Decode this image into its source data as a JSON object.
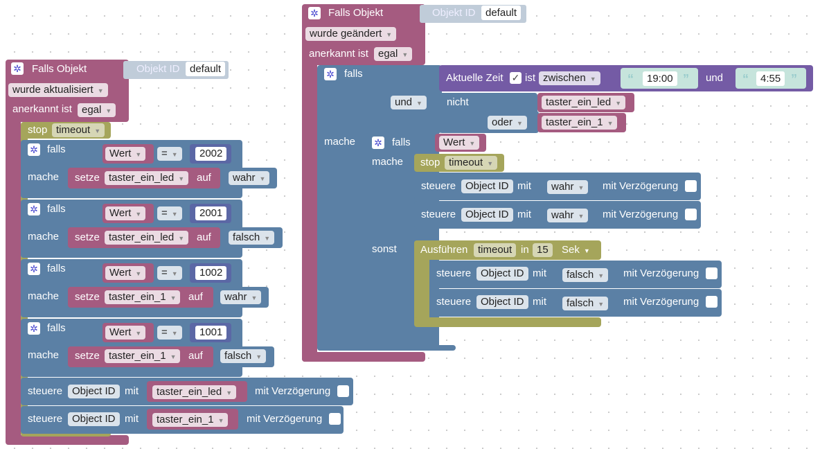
{
  "left": {
    "header": "Falls Objekt",
    "objekt_id_label": "Objekt ID",
    "objekt_id_value": "default",
    "trigger": "wurde aktualisiert",
    "acknowledged_label": "anerkannt ist",
    "acknowledged_value": "egal",
    "stop_label": "stop",
    "stop_value": "timeout",
    "falls_label": "falls",
    "mache_label": "mache",
    "rules": [
      {
        "var": "Wert",
        "op": "=",
        "num": "2002",
        "set_label": "setze",
        "target": "taster_ein_led",
        "auf": "auf",
        "val": "wahr"
      },
      {
        "var": "Wert",
        "op": "=",
        "num": "2001",
        "set_label": "setze",
        "target": "taster_ein_led",
        "auf": "auf",
        "val": "falsch"
      },
      {
        "var": "Wert",
        "op": "=",
        "num": "1002",
        "set_label": "setze",
        "target": "taster_ein_1",
        "auf": "auf",
        "val": "wahr"
      },
      {
        "var": "Wert",
        "op": "=",
        "num": "1001",
        "set_label": "setze",
        "target": "taster_ein_1",
        "auf": "auf",
        "val": "falsch"
      }
    ],
    "control1": {
      "label": "steuere",
      "id": "Object ID",
      "mit": "mit",
      "var": "taster_ein_led",
      "delay": "mit Verzögerung"
    },
    "control2": {
      "label": "steuere",
      "id": "Object ID",
      "mit": "mit",
      "var": "taster_ein_1",
      "delay": "mit Verzögerung"
    }
  },
  "right": {
    "header": "Falls Objekt",
    "objekt_id_label": "Objekt ID",
    "objekt_id_value": "default",
    "trigger": "wurde geändert",
    "acknowledged_label": "anerkannt ist",
    "acknowledged_value": "egal",
    "falls_label": "falls",
    "mache_label": "mache",
    "sonst_label": "sonst",
    "time_label": "Aktuelle Zeit",
    "time_ist": "ist",
    "time_between": "zwischen",
    "time_from": "19:00",
    "time_und": "und",
    "time_to": "4:55",
    "and_op": "und",
    "not_label": "nicht",
    "or_op": "oder",
    "var_led": "taster_ein_led",
    "var_1": "taster_ein_1",
    "inner_var": "Wert",
    "stop_label": "stop",
    "stop_value": "timeout",
    "controls_true": [
      {
        "label": "steuere",
        "id": "Object ID",
        "mit": "mit",
        "val": "wahr",
        "delay": "mit Verzögerung"
      },
      {
        "label": "steuere",
        "id": "Object ID",
        "mit": "mit",
        "val": "wahr",
        "delay": "mit Verzögerung"
      }
    ],
    "exec_label": "Ausführen",
    "exec_var": "timeout",
    "exec_in": "in",
    "exec_num": "15",
    "exec_unit": "Sek",
    "controls_false": [
      {
        "label": "steuere",
        "id": "Object ID",
        "mit": "mit",
        "val": "falsch",
        "delay": "mit Verzögerung"
      },
      {
        "label": "steuere",
        "id": "Object ID",
        "mit": "mit",
        "val": "falsch",
        "delay": "mit Verzögerung"
      }
    ]
  },
  "icons": {
    "gear": "gear-icon",
    "dropdown": "chevron-down-icon",
    "check": "checkmark-icon",
    "quote": "quote-icon"
  },
  "colors": {
    "event": "#a55b80",
    "logic": "#5b80a5",
    "timer": "#a5a55b",
    "time": "#745ba5",
    "text": "#5ba5a5"
  }
}
